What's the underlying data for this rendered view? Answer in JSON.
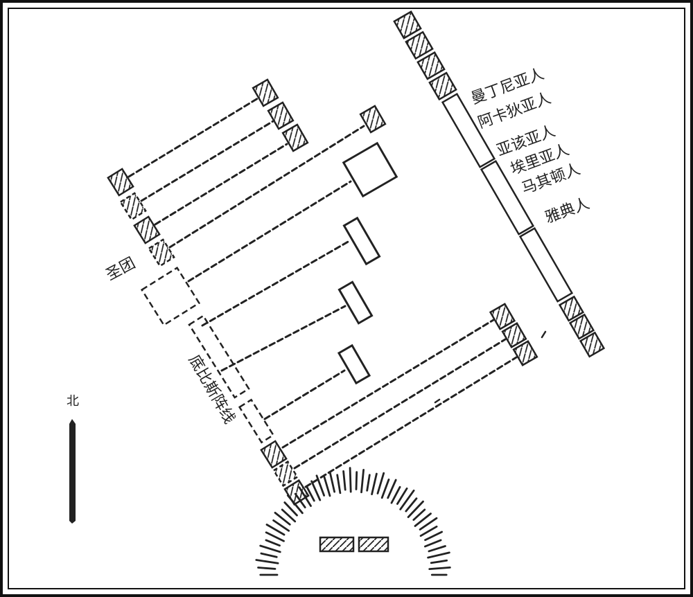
{
  "labels": {
    "athens": "雅典人",
    "macedon": "马其顿人",
    "elis": "埃里亚人",
    "achaea": "亚该亚人",
    "arcadia": "阿卡狄亚人",
    "mantinea": "曼丁尼亚人",
    "sacred_band": "圣团",
    "theban_line": "底比斯阵线",
    "north": "北"
  },
  "colors": {
    "ink": "#222222",
    "frame": "#111111",
    "paper": "#ffffff"
  }
}
